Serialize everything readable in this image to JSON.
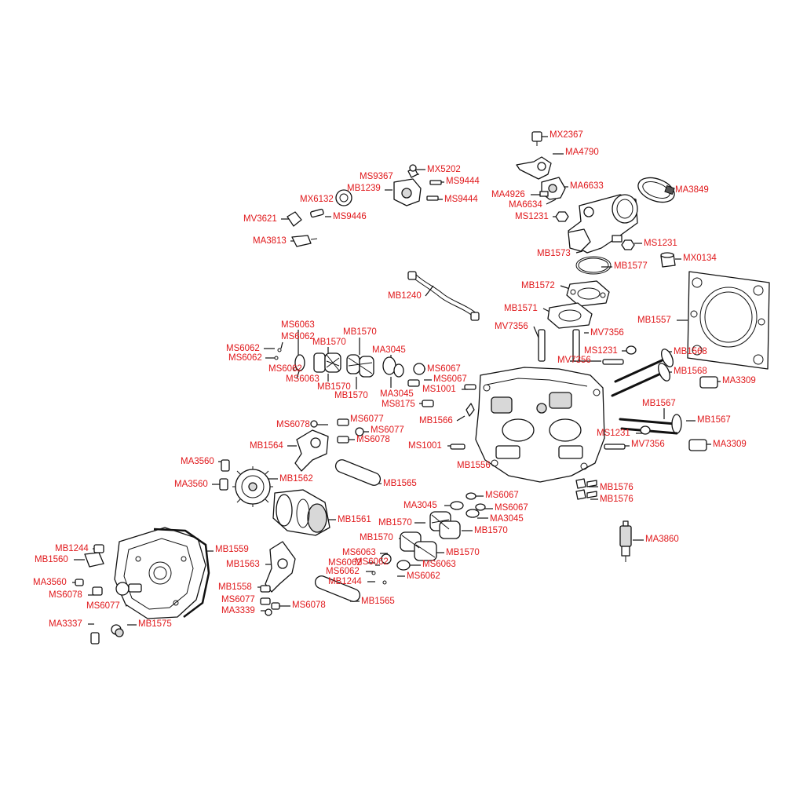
{
  "diagram": {
    "type": "exploded-parts-diagram",
    "label_color": "#e0181b",
    "line_color": "#111111",
    "parts": [
      {
        "id": "MX2367"
      },
      {
        "id": "MA4790"
      },
      {
        "id": "MX5202"
      },
      {
        "id": "MS9367"
      },
      {
        "id": "MS9444"
      },
      {
        "id": "MB1239"
      },
      {
        "id": "MA6633"
      },
      {
        "id": "MA3849"
      },
      {
        "id": "MA4926"
      },
      {
        "id": "MS9444"
      },
      {
        "id": "MX6132"
      },
      {
        "id": "MA6634"
      },
      {
        "id": "MS1231"
      },
      {
        "id": "MV3621"
      },
      {
        "id": "MS9446"
      },
      {
        "id": "MS1231"
      },
      {
        "id": "MA3813"
      },
      {
        "id": "MB1573"
      },
      {
        "id": "MX0134"
      },
      {
        "id": "MB1577"
      },
      {
        "id": "MB1572"
      },
      {
        "id": "MB1240"
      },
      {
        "id": "MB1571"
      },
      {
        "id": "MB1557"
      },
      {
        "id": "MS6063"
      },
      {
        "id": "MB1570"
      },
      {
        "id": "MV7356"
      },
      {
        "id": "MV7356"
      },
      {
        "id": "MS6062"
      },
      {
        "id": "MB1570"
      },
      {
        "id": "MS1231"
      },
      {
        "id": "MB1568"
      },
      {
        "id": "MS6062"
      },
      {
        "id": "MA3045"
      },
      {
        "id": "MS6062"
      },
      {
        "id": "MV7356"
      },
      {
        "id": "MB1568"
      },
      {
        "id": "MS6062"
      },
      {
        "id": "MS6067"
      },
      {
        "id": "MS6063"
      },
      {
        "id": "MS6067"
      },
      {
        "id": "MA3309"
      },
      {
        "id": "MB1570"
      },
      {
        "id": "MS1001"
      },
      {
        "id": "MA3045"
      },
      {
        "id": "MB1570"
      },
      {
        "id": "MS8175"
      },
      {
        "id": "MB1567"
      },
      {
        "id": "MS6077"
      },
      {
        "id": "MB1566"
      },
      {
        "id": "MS6078"
      },
      {
        "id": "MB1567"
      },
      {
        "id": "MS6077"
      },
      {
        "id": "MS6078"
      },
      {
        "id": "MS1231"
      },
      {
        "id": "MB1564"
      },
      {
        "id": "MS1001"
      },
      {
        "id": "MV7356"
      },
      {
        "id": "MA3309"
      },
      {
        "id": "MA3560"
      },
      {
        "id": "MB1556"
      },
      {
        "id": "MB1562"
      },
      {
        "id": "MA3560"
      },
      {
        "id": "MB1565"
      },
      {
        "id": "MB1576"
      },
      {
        "id": "MS6067"
      },
      {
        "id": "MB1576"
      },
      {
        "id": "MA3045"
      },
      {
        "id": "MS6067"
      },
      {
        "id": "MB1561"
      },
      {
        "id": "MA3045"
      },
      {
        "id": "MB1570"
      },
      {
        "id": "MB1570"
      },
      {
        "id": "MA3860"
      },
      {
        "id": "MB1570"
      },
      {
        "id": "MB1244"
      },
      {
        "id": "MB1559"
      },
      {
        "id": "MB1570"
      },
      {
        "id": "MB1560"
      },
      {
        "id": "MS6063"
      },
      {
        "id": "MB1563"
      },
      {
        "id": "MS6062"
      },
      {
        "id": "MS6063"
      },
      {
        "id": "MS6062"
      },
      {
        "id": "MS6062"
      },
      {
        "id": "MA3560"
      },
      {
        "id": "MS6062"
      },
      {
        "id": "MB1244"
      },
      {
        "id": "MS6078"
      },
      {
        "id": "MB1558"
      },
      {
        "id": "MS6077"
      },
      {
        "id": "MB1565"
      },
      {
        "id": "MS6077"
      },
      {
        "id": "MS6078"
      },
      {
        "id": "MA3339"
      },
      {
        "id": "MA3337"
      },
      {
        "id": "MB1575"
      }
    ]
  }
}
